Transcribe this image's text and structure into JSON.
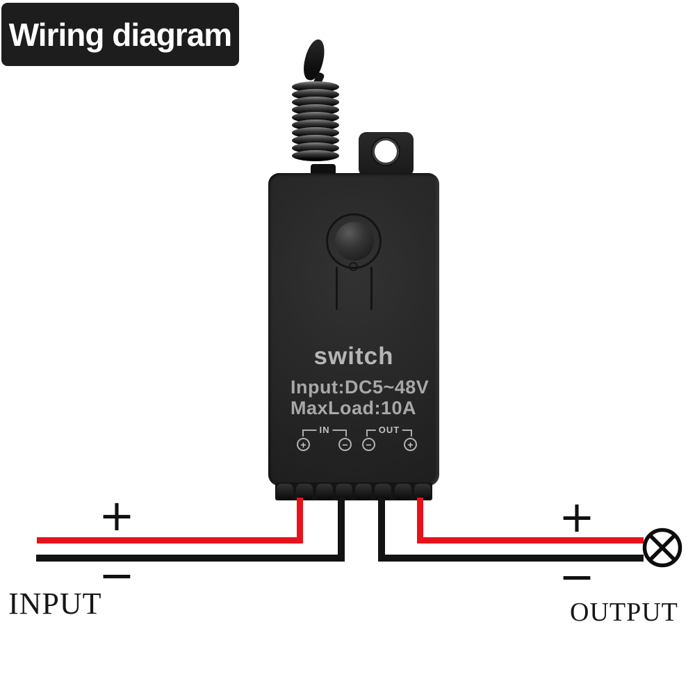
{
  "title": "Wiring diagram",
  "device": {
    "name": "switch",
    "input_spec": "Input:DC5~48V",
    "max_load": "MaxLoad:10A",
    "terminals": {
      "in": {
        "label": "IN",
        "left_symbol": "+",
        "right_symbol": "−"
      },
      "out": {
        "label": "OUT",
        "left_symbol": "−",
        "right_symbol": "+"
      }
    }
  },
  "input_side": {
    "label": "INPUT",
    "plus": "+",
    "minus": "−"
  },
  "output_side": {
    "label": "OUTPUT",
    "plus": "+",
    "minus": "−"
  },
  "icons": {
    "lamp": "load-lamp (circle with X)"
  },
  "colors": {
    "title_bg": "#1d1d1d",
    "title_text": "#ffffff",
    "wire_red": "#e8121a",
    "wire_black": "#131313"
  }
}
